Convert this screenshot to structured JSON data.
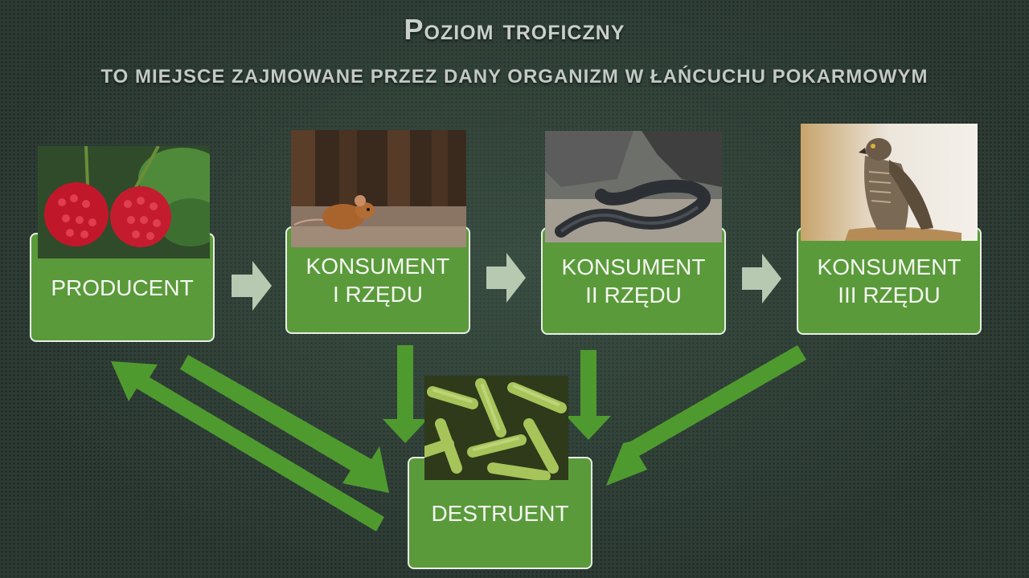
{
  "slide": {
    "title": "Poziom troficzny",
    "subtitle": "TO MIEJSCE ZAJMOWANE PRZEZ DANY ORGANIZM W ŁAŃCUCHU POKARMOWYM"
  },
  "nodes": {
    "producer": {
      "label": "PRODUCENT",
      "image": "raspberries"
    },
    "consumer1": {
      "label": "KONSUMENT\nI RZĘDU",
      "image": "mouse"
    },
    "consumer2": {
      "label": "KONSUMENT\nII RZĘDU",
      "image": "snake"
    },
    "consumer3": {
      "label": "KONSUMENT\nIII RZĘDU",
      "image": "hawk"
    },
    "decomposer": {
      "label": "DESTRUENT",
      "image": "bacteria"
    }
  },
  "colors": {
    "box_fill": "#5a9a3a",
    "box_border": "#e9efe6",
    "chain_arrow": "#b7c9b1",
    "flow_arrow": "#4f9a2f",
    "title_text": "#c9cfcb"
  }
}
